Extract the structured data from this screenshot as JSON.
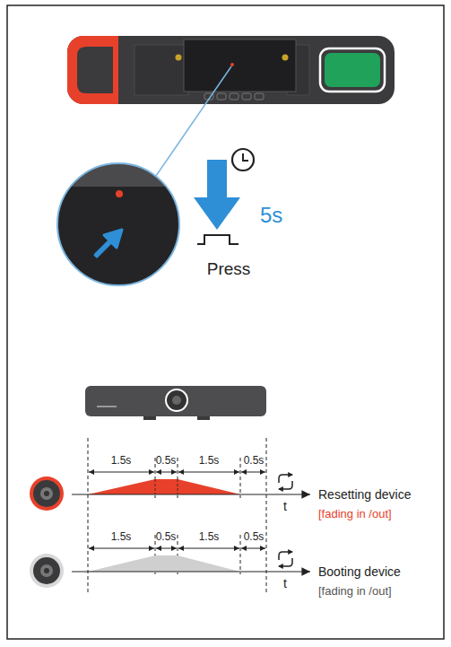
{
  "diagram": {
    "labels": [
      "5s",
      "Press",
      "1.5s",
      "0.5s",
      "1.5s",
      "0.5s",
      "Resetting device",
      "[fading in /out]",
      "t",
      "1.5s",
      "0.5s",
      "1.5s",
      "0.5s",
      "Booting device",
      "[fading in /out]",
      "t"
    ]
  }
}
